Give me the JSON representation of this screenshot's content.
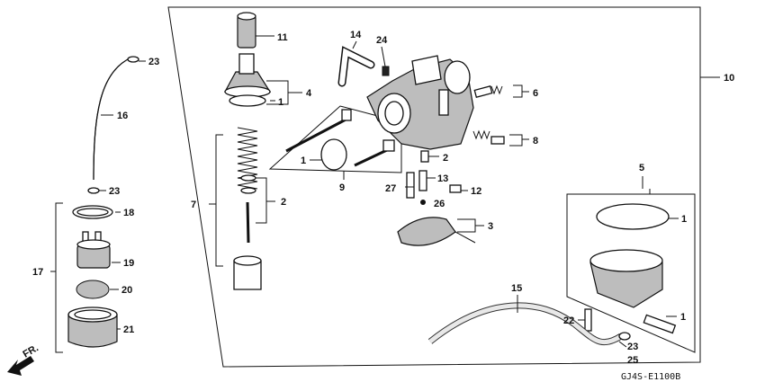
{
  "diagram": {
    "code": "GJ4S-E1100B",
    "direction_label": "FR.",
    "callouts": {
      "c1a": "1",
      "c1b": "1",
      "c1c": "1",
      "c1d": "1",
      "c2a": "2",
      "c2b": "2",
      "c3": "3",
      "c4": "4",
      "c5": "5",
      "c6": "6",
      "c7": "7",
      "c8": "8",
      "c9": "9",
      "c10": "10",
      "c11": "11",
      "c12": "12",
      "c13": "13",
      "c14": "14",
      "c15": "15",
      "c16": "16",
      "c17": "17",
      "c18": "18",
      "c19": "19",
      "c20": "20",
      "c21": "21",
      "c22": "22",
      "c23a": "23",
      "c23b": "23",
      "c23c": "23",
      "c24": "24",
      "c25": "25",
      "c26": "26",
      "c27": "27"
    }
  }
}
